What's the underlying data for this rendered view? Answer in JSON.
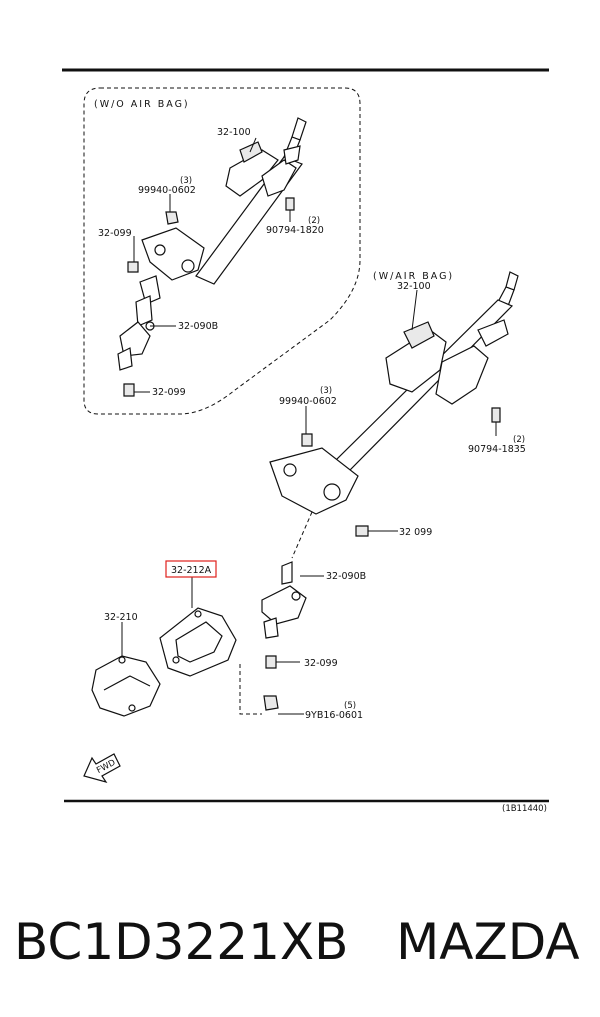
{
  "diagram": {
    "group_without_airbag": "(W/O  AIR  BAG)",
    "group_with_airbag": "(W/AIR  BAG)",
    "drawing_code": "(1B11440)",
    "fwd_arrow": "FWD",
    "highlight_color": "#e0201b",
    "parts": {
      "p32100_a": "32-100",
      "p99940_a": "99940-0602",
      "q99940_a": "(3)",
      "p90794_a": "90794-1820",
      "q90794_a": "(2)",
      "p32099_a1": "32-099",
      "p32090_a": "32-090B",
      "p32099_a2": "32-099",
      "p32100_b": "32-100",
      "p99940_b": "99940-0602",
      "q99940_b": "(3)",
      "p90794_b": "90794-1835",
      "q90794_b": "(2)",
      "p32099_b1": "32 099",
      "p32212A": "32-212A",
      "p32090_b": "32-090B",
      "p32210": "32-210",
      "p32099_b2": "32-099",
      "p9yb16": "9YB16-0601",
      "q9yb16": "(5)"
    }
  },
  "footer": {
    "part_number": "BC1D3221XB",
    "brand": "MAZDA"
  }
}
